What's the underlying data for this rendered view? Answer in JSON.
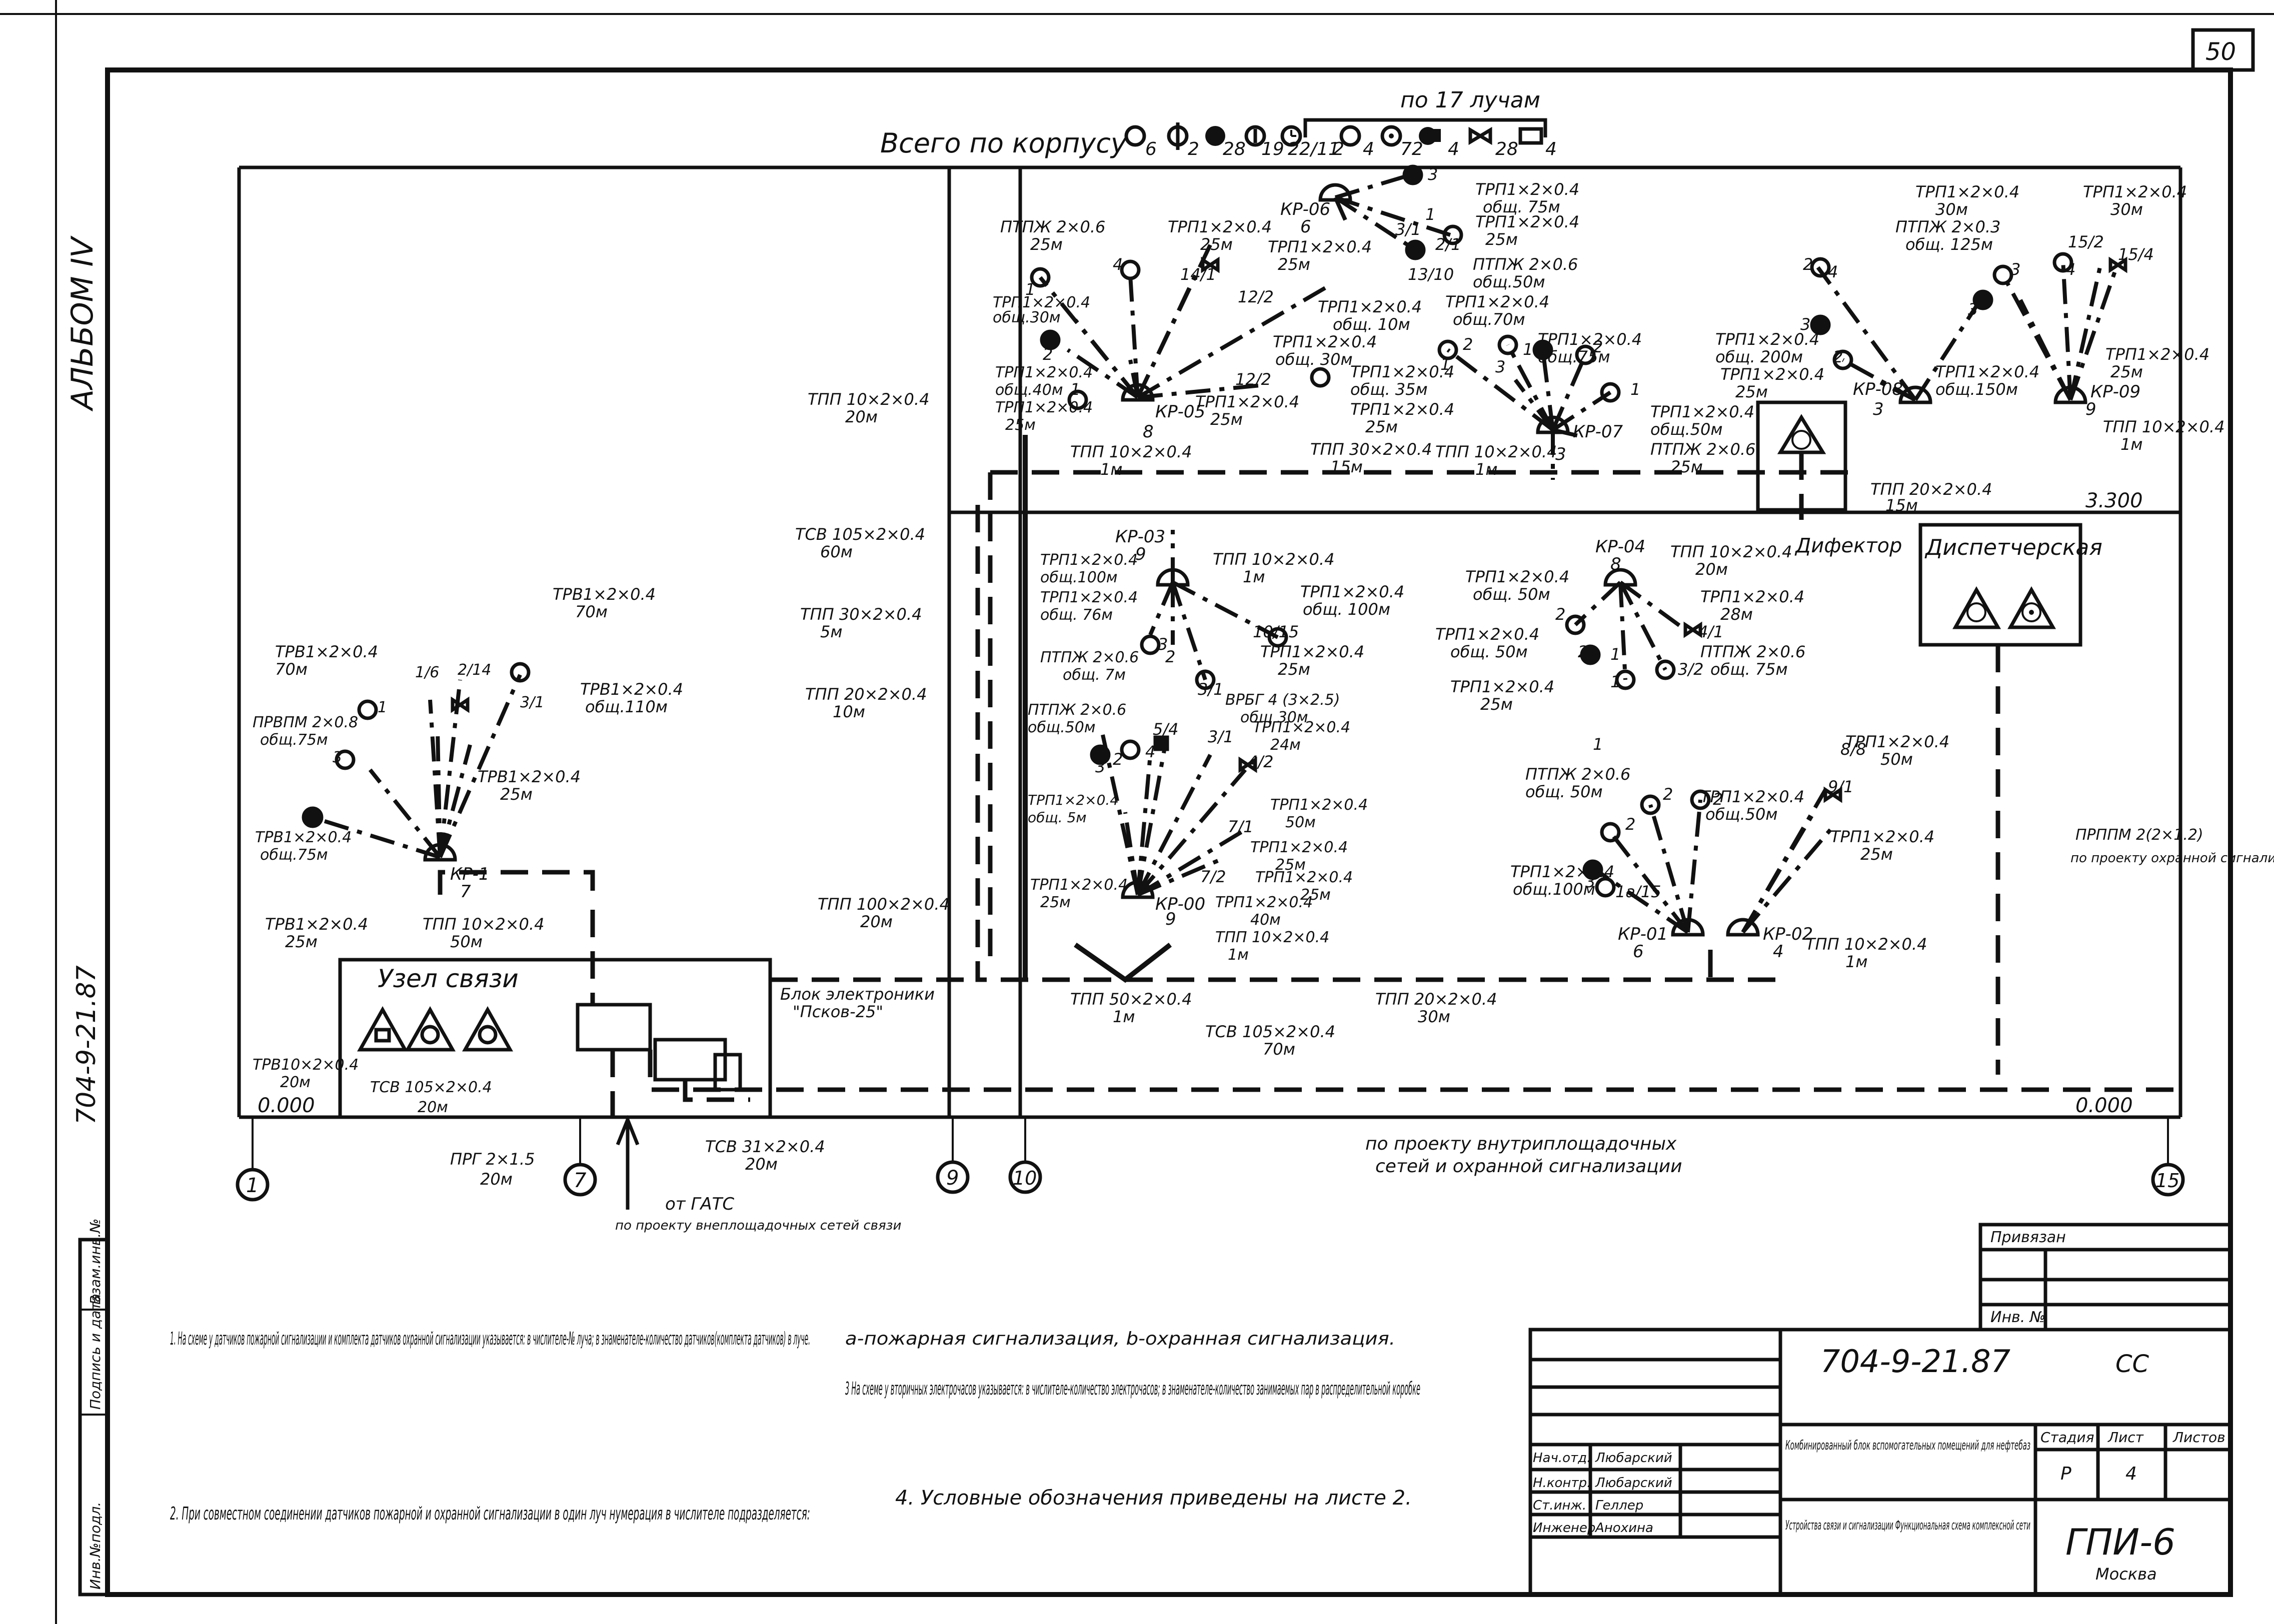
{
  "sheet_number": "50",
  "album": "АЛЬБОМ IV",
  "side_code": "704-9-21.87",
  "left_stamp": {
    "inv": "Инв.№подл.",
    "sign": "Подпись и дата",
    "vzam": "Взам.инв.№"
  },
  "legend": {
    "title": "Всего по корпусу",
    "rays_caption": "по 17 лучам",
    "counts": [
      "6",
      "2",
      "28",
      "19",
      "22/11",
      "2",
      "4",
      "72",
      "4",
      "28",
      "4"
    ]
  },
  "rooms": {
    "defector": "Дифектор",
    "dispatcher": "Диспетчерская",
    "comm_node": "Узел связи"
  },
  "levels": {
    "upper": "3.300",
    "lower_left": "0.000",
    "lower_right": "0.000"
  },
  "axes": [
    "1",
    "7",
    "9",
    "10",
    "15"
  ],
  "boxes": {
    "kr06": {
      "name": "КР-06",
      "num": "6"
    },
    "kr05": {
      "name": "КР-05",
      "num": "8"
    },
    "kr07": {
      "name": "КР-07",
      "num": "3"
    },
    "kr08": {
      "name": "КР-08",
      "num": "3"
    },
    "kr09": {
      "name": "КР-09",
      "num": "9"
    },
    "kr03": {
      "name": "КР-03",
      "num": "9"
    },
    "kr04": {
      "name": "КР-04",
      "num": "8"
    },
    "kr00": {
      "name": "КР-00",
      "num": "9"
    },
    "kr01": {
      "name": "КР-01",
      "num": "6"
    },
    "kr02": {
      "name": "КР-02",
      "num": "4"
    },
    "kr1": {
      "name": "КР-1",
      "num": "7"
    }
  },
  "cable_labels": {
    "trp_075_top": [
      "ТРП1×2×0.4",
      "общ. 75м"
    ],
    "trp_25_top": [
      "ТРП1×2×0.4",
      "25м"
    ],
    "ptpzh_top": [
      "ПТПЖ 2×0.6",
      "общ.50м"
    ],
    "trp_70_top": [
      "ТРП1×2×0.4",
      "общ.70м"
    ],
    "ptpzh_06": [
      "ПТПЖ 2×0.6",
      "25м"
    ],
    "trp_05_a": [
      "ТРП1×2×0.4",
      "25м"
    ],
    "trp_06_b": [
      "ТРП1×2×0.4",
      "25м"
    ],
    "trp_10m": [
      "ТРП1×2×0.4",
      "общ. 10м"
    ],
    "trp_30m": [
      "ТРП1×2×0.4",
      "общ. 30м"
    ],
    "trp_30m_b": [
      "ТРП1×2×0.4",
      "общ.30м"
    ],
    "trp_40m": [
      "ТРП1×2×0.4",
      "общ.40м"
    ],
    "trp_05_c": [
      "ТРП1×2×0.4",
      "25м"
    ],
    "trp_05_d": [
      "ТРП1×2×0.4",
      "25м"
    ],
    "tpp_05": [
      "ТПП 10×2×0.4",
      "1м"
    ],
    "trp_35": [
      "ТРП1×2×0.4",
      "общ. 35м"
    ],
    "trp_75_b": [
      "ТРП1×2×0.4",
      "общ.75м"
    ],
    "trp_25_c": [
      "ТРП1×2×0.4",
      "25м"
    ],
    "tpp_07": [
      "ТПП 10×2×0.4",
      "1м"
    ],
    "trp_50_a": [
      "ТРП1×2×0.4",
      "общ.50м"
    ],
    "ptpzh_25": [
      "ПТПЖ 2×0.6",
      "25м"
    ],
    "tpp_30_15": [
      "ТПП 30×2×0.4",
      "15м"
    ],
    "tpp_10_20_top": [
      "ТПП 10×2×0.4",
      "20м"
    ],
    "trp_08": [
      "ТРП1×2×0.4",
      "общ. 200м"
    ],
    "trp_08_b": [
      "ТРП1×2×0.4",
      "25м"
    ],
    "trp_09_30": [
      "ТРП1×2×0.4",
      "30м"
    ],
    "ptpzh_125": [
      "ПТПЖ 2×0.3",
      "общ. 125м"
    ],
    "trp_09_30b": [
      "ТРП1×2×0.4",
      "30м"
    ],
    "trp_150": [
      "ТРП1×2×0.4",
      "общ.150м"
    ],
    "trp_09_25": [
      "ТРП1×2×0.4",
      "25м"
    ],
    "tpp_09": [
      "ТПП 10×2×0.4",
      "1м"
    ],
    "tpp_20_15": [
      "ТПП 20×2×0.4",
      "15м"
    ],
    "tsv_105_60": [
      "ТСВ 105×2×0.4",
      "60м"
    ],
    "tpp_30_5": [
      "ТПП 30×2×0.4",
      "5м"
    ],
    "tpp_20_10": [
      "ТПП 20×2×0.4",
      "10м"
    ],
    "trp_03_100": [
      "ТРП1×2×0.4",
      "общ.100м"
    ],
    "trp_03_76": [
      "ТРП1×2×0.4",
      "общ. 76м"
    ],
    "tpp_03": [
      "ТПП 10×2×0.4",
      "1м"
    ],
    "trp_03_b": [
      "ТРП1×2×0.4",
      "общ. 100м"
    ],
    "ptpzh_03": [
      "ПТПЖ 2×0.6",
      "общ. 7м"
    ],
    "trp_03_25": [
      "ТРП1×2×0.4",
      "25м"
    ],
    "tpp_04": [
      "ТПП 10×2×0.4",
      "20м"
    ],
    "trp_04_50": [
      "ТРП1×2×0.4",
      "общ. 50м"
    ],
    "trp_04_28": [
      "ТРП1×2×0.4",
      "28м"
    ],
    "trp_04_50b": [
      "ТРП1×2×0.4",
      "общ. 50м"
    ],
    "ptpzh_04": [
      "ПТПЖ 2×0.6",
      "общ. 75м"
    ],
    "trp_04_25": [
      "ТРП1×2×0.4",
      "25м"
    ],
    "ptpzh_00": [
      "ПТПЖ 2×0.6",
      "общ.50м"
    ],
    "vrbg": [
      "ВРБГ 4 (3×2.5)",
      "общ 30м"
    ],
    "trp_00_24": [
      "ТРП1×2×0.4",
      "24м"
    ],
    "trp_00_50": [
      "ТРП1×2×0.4",
      "50м"
    ],
    "trp_00_5": [
      "ТРП1×2×0.4",
      "общ. 5м"
    ],
    "trp_00_25": [
      "ТРП1×2×0.4",
      "25м"
    ],
    "trp_00_25b": [
      "ТРП1×2×0.4",
      "25м"
    ],
    "trp_00_40": [
      "ТРП1×2×0.4",
      "40м"
    ],
    "trp_00_25c": [
      "ТРП1×2×0.4",
      "25м"
    ],
    "tpp_00": [
      "ТПП 10×2×0.4",
      "1м"
    ],
    "tpp_50": [
      "ТПП 50×2×0.4",
      "1м"
    ],
    "ptpzh_01": [
      "ПТПЖ 2×0.6",
      "общ. 50м"
    ],
    "trp_01_50": [
      "ТРП1×2×0.4",
      "общ.50м"
    ],
    "trp_01_100": [
      "ТРП1×2×0.4",
      "общ.100м"
    ],
    "trp_02_50": [
      "ТРП1×2×0.4",
      "50м"
    ],
    "trp_02_25": [
      "ТРП1×2×0.4",
      "25м"
    ],
    "tpp_01": [
      "ТПП 10×2×0.4",
      "1м"
    ],
    "prppm": [
      "ПРППМ 2(2×1.2)",
      "по проекту охранной сигнализации площадки"
    ],
    "tpp_20_30": [
      "ТПП 20×2×0.4",
      "30м"
    ],
    "tsv_105_70": [
      "ТСВ 105×2×0.4",
      "70м"
    ],
    "tpp_100": [
      "ТПП 100×2×0.4",
      "20м"
    ],
    "electronics": [
      "Блок электроники",
      "\"Псков-25\""
    ],
    "trv_70": [
      "ТРВ1×2×0.4",
      "70м"
    ],
    "trv_70b": [
      "ТРВ1×2×0.4",
      "70м"
    ],
    "trv_110": [
      "ТРВ1×2×0.4",
      "общ.110м"
    ],
    "prvpm": [
      "ПРВПМ 2×0.8",
      "общ.75м"
    ],
    "trv_25": [
      "ТРВ1×2×0.4",
      "25м"
    ],
    "trv_75": [
      "ТРВ1×2×0.4",
      "общ.75м"
    ],
    "trv_25b": [
      "ТРВ1×2×0.4",
      "25м"
    ],
    "tpp_1": [
      "ТПП 10×2×0.4",
      "50м"
    ],
    "trv_20": [
      "ТРВ10×2×0.4",
      "20м"
    ],
    "tsv_20": [
      "ТСВ 105×2×0.4",
      "20м"
    ],
    "prg": [
      "ПРГ 2×1.5",
      "20м"
    ],
    "tsv_31": [
      "ТСВ 31×2×0.4",
      "20м"
    ],
    "gats": [
      "от ГАТС",
      "по проекту внеплощадочных сетей связи"
    ],
    "internal": [
      "по проекту внутриплощадочных",
      "сетей и охранной сигнализации"
    ]
  },
  "ray_marks": [
    "3",
    "1",
    "3/1",
    "2/1",
    "13/10",
    "14/1",
    "12/2",
    "12/2",
    "1",
    "2",
    "1",
    "4",
    "3",
    "1",
    "1",
    "2",
    "2",
    "1",
    "2",
    "3",
    "4",
    "2",
    "3",
    "4",
    "3",
    "15/2",
    "15/4",
    "3",
    "3/1",
    "10/15",
    "2",
    "3/2",
    "2",
    "1",
    "1",
    "2",
    "4/1",
    "3",
    "2",
    "4",
    "5/4",
    "3/1",
    "4/2",
    "7/1",
    "7/2",
    "8/8",
    "9/1",
    "2",
    "2",
    "2",
    "3",
    "1",
    "1a/15",
    "1/6",
    "2/14",
    "3/1",
    "1",
    "3"
  ],
  "notes": [
    "1. На схеме у датчиков пожарной сигнализации и комплекта датчиков охранной сигнализации указывается: в числителе-№ луча; в знаменателе-количество датчиков(комплекта датчиков) в луче.",
    "2. При совместном соединении датчиков пожарной и охранной сигнализации в один луч нумерация в числителе подразделяется:",
    "а-пожарная сигнализация, b-охранная сигнализация.",
    "3 На схеме у вторичных электрочасов указывается: в числителе-количество электрочасов; в знаменателе-количество занимаемых пар в распределительной коробке",
    "4. Условные обозначения приведены на листе 2."
  ],
  "title_block": {
    "bound": "Привязан",
    "inv": "Инв. №",
    "code": "704-9-21.87",
    "mark": "СС",
    "object": "Комбинированный блок вспомогательных помещений для нефтебаз",
    "title": "Устройства связи и сигнализации Функциональная схема комплексной сети",
    "stage_h": "Стадия",
    "sheet_h": "Лист",
    "sheets_h": "Листов",
    "stage": "Р",
    "sheet": "4",
    "sheets": "",
    "roles": [
      "Нач.отд.",
      "Н.контр.",
      "Ст.инж.",
      "Инженер"
    ],
    "names": [
      "Любарский",
      "Любарский",
      "Геллер",
      "Анохина"
    ],
    "org": "ГПИ-6",
    "city": "Москва"
  }
}
